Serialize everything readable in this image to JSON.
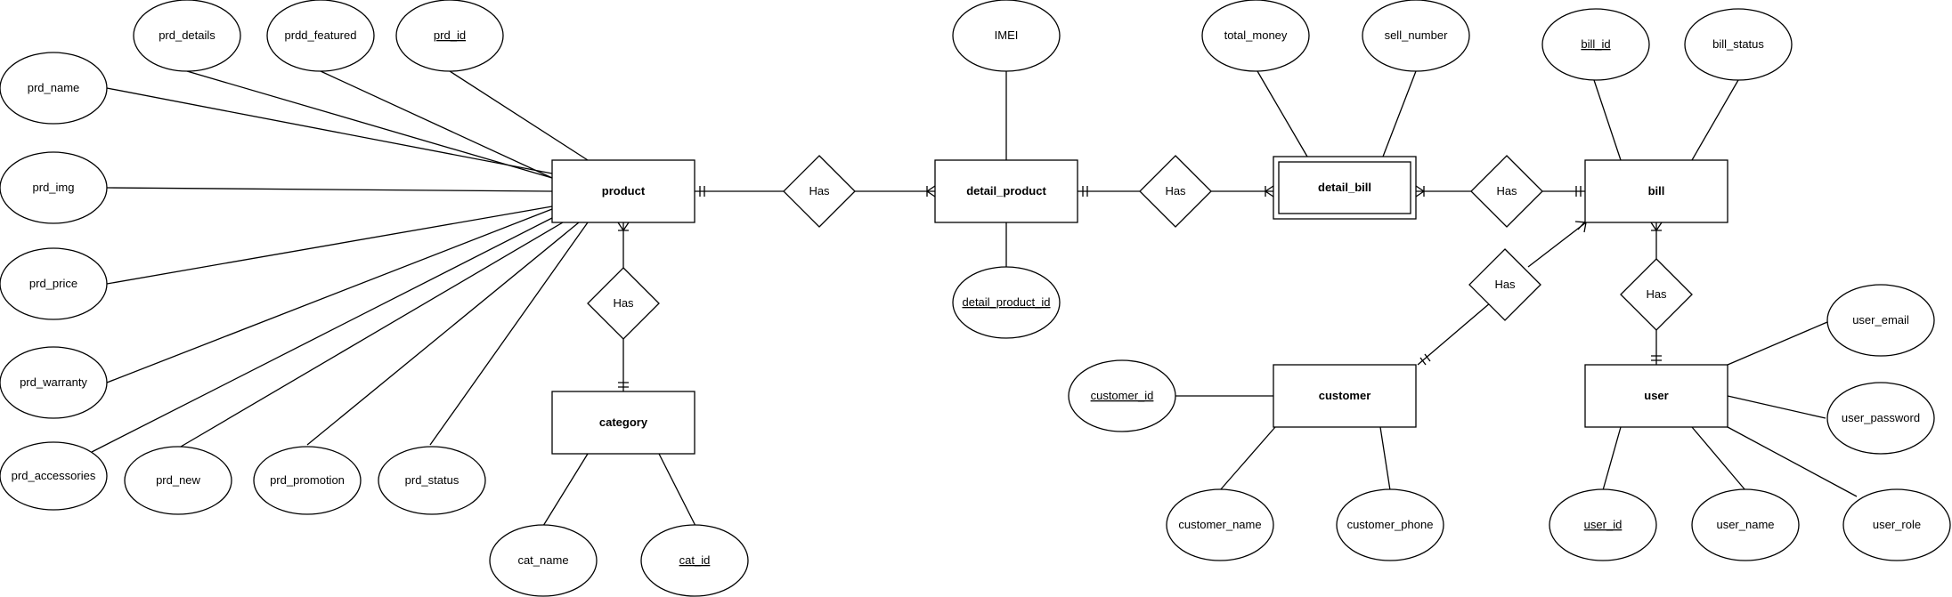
{
  "entities": {
    "product": "product",
    "detail_product": "detail_product",
    "detail_bill": "detail_bill",
    "bill": "bill",
    "category": "category",
    "customer": "customer",
    "user": "user"
  },
  "relationships": {
    "product_detail_product": "Has",
    "detail_product_detail_bill": "Has",
    "detail_bill_bill": "Has",
    "product_category": "Has",
    "bill_customer": "Has",
    "bill_user": "Has"
  },
  "attributes": {
    "prd_details": "prd_details",
    "prdd_featured": "prdd_featured",
    "prd_id": "prd_id",
    "prd_name": "prd_name",
    "prd_img": "prd_img",
    "prd_price": "prd_price",
    "prd_warranty": "prd_warranty",
    "prd_accessories": "prd_accessories",
    "prd_new": "prd_new",
    "prd_promotion": "prd_promotion",
    "prd_status": "prd_status",
    "cat_name": "cat_name",
    "cat_id": "cat_id",
    "imei": "IMEI",
    "detail_product_id": "detail_product_id",
    "total_money": "total_money",
    "sell_number": "sell_number",
    "bill_id": "bill_id",
    "bill_status": "bill_status",
    "customer_id": "customer_id",
    "customer_name": "customer_name",
    "customer_phone": "customer_phone",
    "user_email": "user_email",
    "user_password": "user_password",
    "user_id": "user_id",
    "user_name": "user_name",
    "user_role": "user_role"
  }
}
